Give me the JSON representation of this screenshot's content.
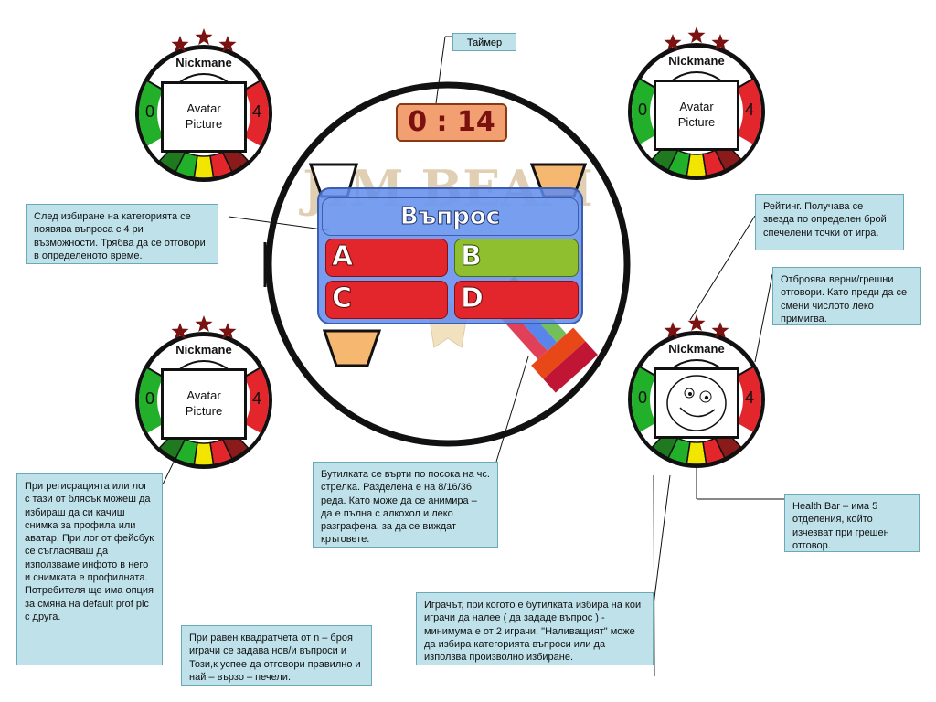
{
  "timer": {
    "label": "Таймер",
    "value": "0 : 14"
  },
  "question": {
    "title": "Въпрос",
    "answers": [
      "A",
      "B",
      "C",
      "D"
    ]
  },
  "watermark": "JIM BEAM",
  "players": [
    {
      "nickname": "Nickmane",
      "score_left": "0",
      "score_right": "4",
      "avatar_text": "Avatar\nPicture",
      "stars": 3
    },
    {
      "nickname": "Nickmane",
      "score_left": "0",
      "score_right": "4",
      "avatar_text": "Avatar\nPicture",
      "stars": 3
    },
    {
      "nickname": "Nickmane",
      "score_left": "0",
      "score_right": "4",
      "avatar_text": "Avatar\nPicture",
      "stars": 3
    },
    {
      "nickname": "Nickmane",
      "score_left": "0",
      "score_right": "4",
      "avatar_text": "",
      "stars": 3
    }
  ],
  "notes": {
    "question_note": "След избиране на категорията се появява въпроса с 4 ри възможности. Трябва да се отговори в определеното време.",
    "rating_note": "Рейтинг. Получава се звезда по определен брой спечелени точки от игра.",
    "counter_note": "Отброява верни/грешни отговори. Като преди да се смени числото леко примигва.",
    "healthbar_note": "Health Bar – има 5 отделения, който изчезват при грешен отговор.",
    "bottle_note": "Бутилката се върти по посока на чс. стрелка. Разделена е на 8/16/36 реда. Като може да се анимира – да е пълна с алкохол и леко разграфена, за да се виждат кръговете.",
    "registration_note": "При регисрацията или лог с тази от блясък можеш да избираш да си качиш снимка за профила или аватар. При лог от фейсбук се съгласяваш да използваме инфото в него и снимката е профилната. Потребителя ще има опция за смяна на default prof pic с друга.",
    "tie_note": "При равен квадратчета от n – броя играчи се задава нов/и въпроси и Този,к успее да отговори правилно и най – вързо – печели.",
    "pourer_note": "Играчът, при когото е бутилката избира на кои играчи да налее ( да зададе въпрос ) - минимума е от 2 играчи. \"Наливащият\" може да избира категорията въпроси или да използва произволно избиране."
  },
  "colors": {
    "green": "#22b02a",
    "red": "#e2262c",
    "dark_red": "#8b1a1a",
    "dark_green": "#1f7a1f",
    "yellow": "#f2e600",
    "star": "#7a1212"
  }
}
